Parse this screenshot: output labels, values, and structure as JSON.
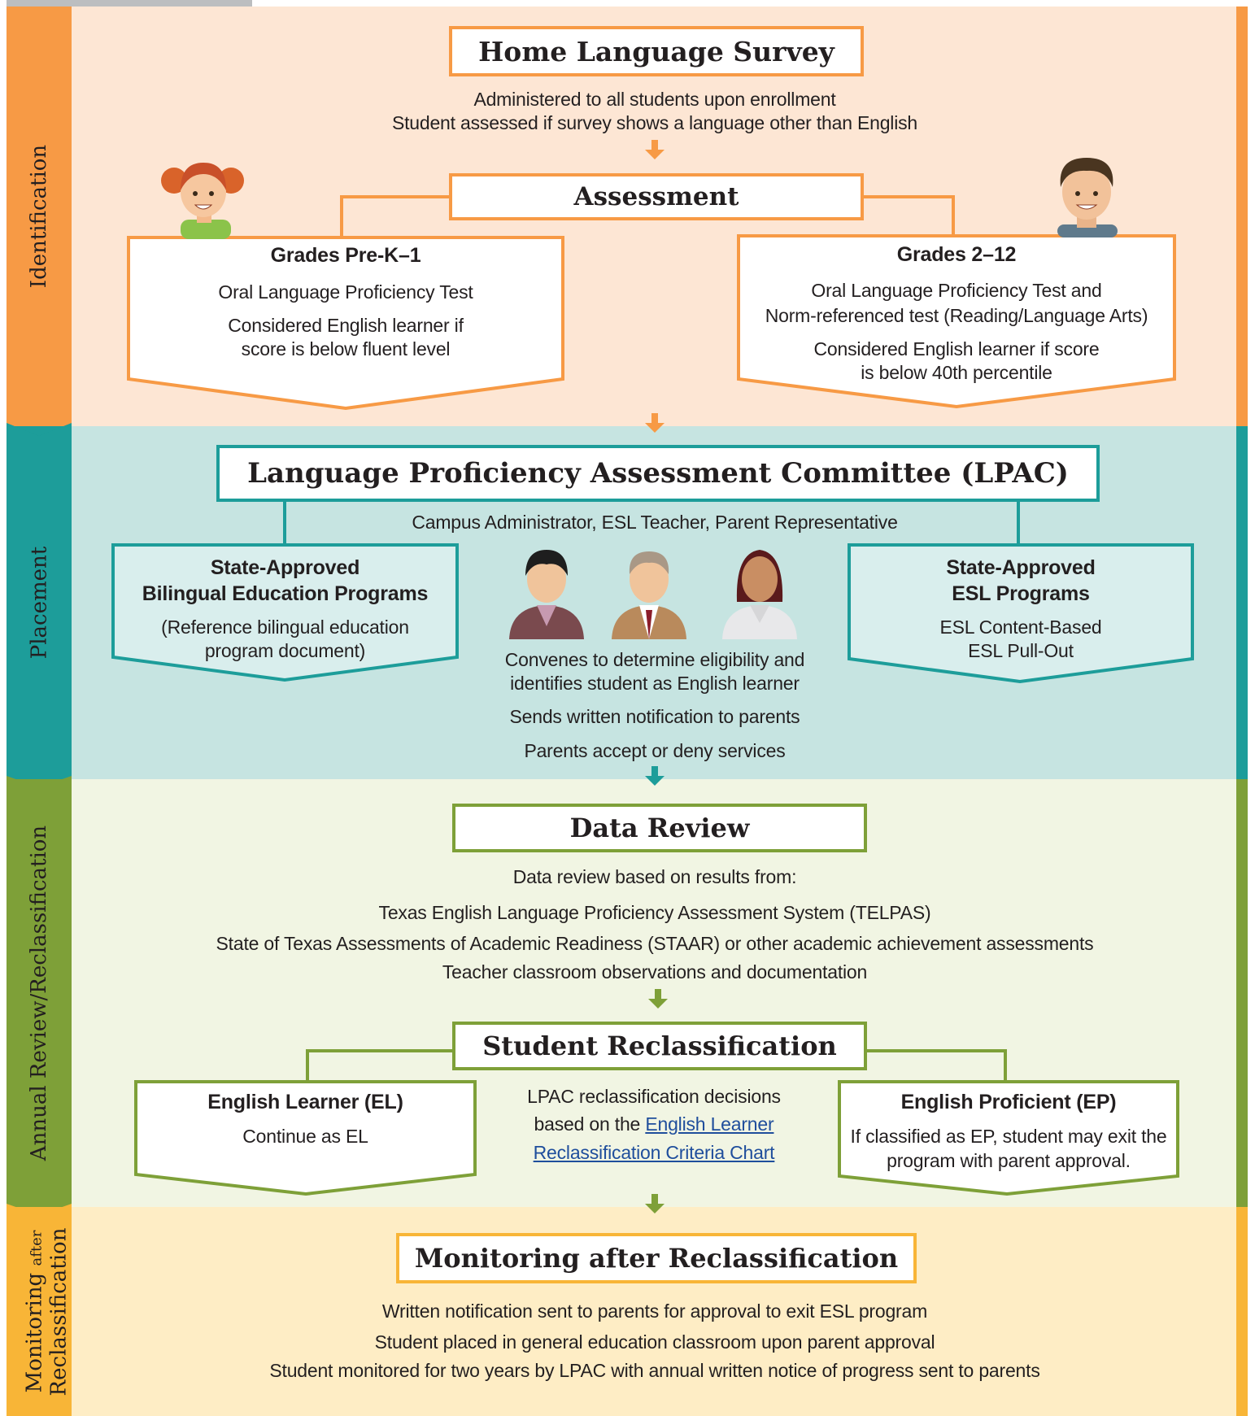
{
  "colors": {
    "identification": "#f79a45",
    "identification_bg": "#fde6d4",
    "placement": "#1d9d9a",
    "placement_bg": "#c6e4e1",
    "review": "#7ea038",
    "review_bg": "#f1f5e3",
    "monitoring": "#f8b537",
    "monitoring_bg": "#feedc5",
    "link": "#1f4e9c"
  },
  "rails": {
    "identification": "Identification",
    "placement": "Placement",
    "review": "Annual Review/Reclassification",
    "monitoring_a": "Monitoring",
    "monitoring_b": "after",
    "monitoring_c": "Reclassification"
  },
  "identification": {
    "home_survey_title": "Home Language Survey",
    "home_survey_lines": [
      "Administered to all students upon enrollment",
      "Student assessed if survey shows a language other than English"
    ],
    "assessment_title": "Assessment",
    "left_box": {
      "heading": "Grades Pre-K–1",
      "test": "Oral Language Proficiency Test",
      "criteria_1": "Considered English learner if",
      "criteria_2": "score is below fluent level"
    },
    "right_box": {
      "heading": "Grades 2–12",
      "test_1": "Oral Language Proficiency Test and",
      "test_2": "Norm-referenced test (Reading/Language Arts)",
      "criteria_1": "Considered English learner if score",
      "criteria_2": "is below 40th percentile"
    }
  },
  "placement": {
    "lpac_title": "Language Proficiency Assessment Committee (LPAC)",
    "members": "Campus Administrator, ESL Teacher, Parent Representative",
    "left_box": {
      "heading_1": "State-Approved",
      "heading_2": "Bilingual Education Programs",
      "note_1": "(Reference bilingual education",
      "note_2": "program document)"
    },
    "right_box": {
      "heading_1": "State-Approved",
      "heading_2": "ESL Programs",
      "item_1": "ESL Content-Based",
      "item_2": "ESL Pull-Out"
    },
    "center_lines": {
      "convenes_1": "Convenes to determine eligibility and",
      "convenes_2": "identifies student as English learner",
      "notify": "Sends written notification to parents",
      "accept": "Parents accept or deny services"
    }
  },
  "review": {
    "data_title": "Data Review",
    "intro": "Data review based on results from:",
    "sources": [
      "Texas English Language Proficiency Assessment System (TELPAS)",
      "State of Texas Assessments of Academic Readiness (STAAR) or other academic achievement assessments",
      "Teacher classroom observations and documentation"
    ],
    "reclass_title": "Student Reclassification",
    "left_box": {
      "heading": "English Learner (EL)",
      "text": "Continue as EL"
    },
    "center": {
      "line_1": "LPAC reclassification decisions",
      "line_2_prefix": "based on the ",
      "link_1": "English Learner",
      "link_2": "Reclassification Criteria Chart"
    },
    "right_box": {
      "heading": "English Proficient (EP)",
      "text_1": "If classified as EP, student may exit the",
      "text_2": "program with parent approval."
    }
  },
  "monitoring": {
    "title": "Monitoring after Reclassification",
    "lines": [
      "Written notification sent to parents for approval to exit ESL program",
      "Student placed in general education classroom upon parent approval",
      "Student monitored for two years by LPAC with annual written notice of progress sent to parents"
    ]
  },
  "icons": {
    "girl": "girl-avatar-icon",
    "boy": "boy-avatar-icon",
    "committee": [
      "woman-committee-icon",
      "man-committee-icon",
      "woman-committee-icon"
    ],
    "arrows": "arrow-down-icon"
  }
}
